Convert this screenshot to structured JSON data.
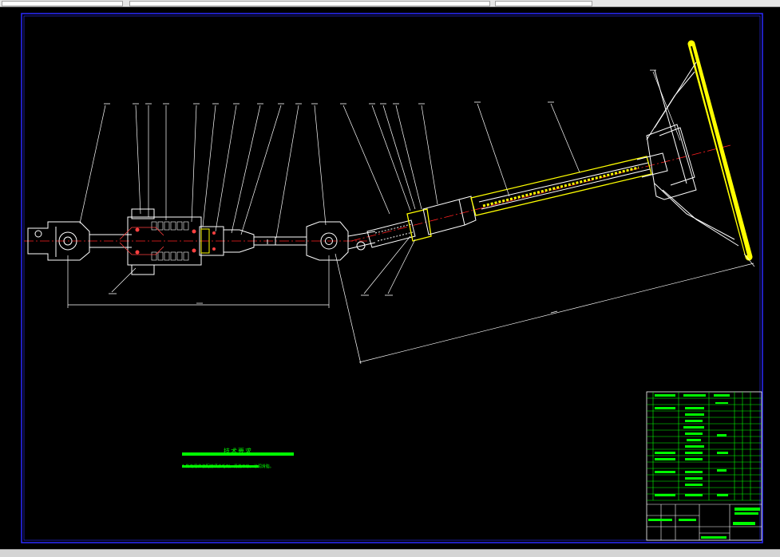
{
  "window": {
    "background": "#000000",
    "frame_color": "#2a2aff",
    "linework_color": "#ffffff",
    "centerline_color": "#ff2020",
    "highlight_color": "#ffff00",
    "annotation_color": "#00ff00",
    "section_color": "#ff4040"
  },
  "notes": {
    "title": "技术要求",
    "line1": "1.所有零件装配前须去毛刺，清洗干净，涂润滑脂。"
  },
  "drawing": {
    "type": "steering column assembly drawing",
    "icons": [
      "universal-joint-icon",
      "steering-wheel-icon",
      "spline-shaft-icon",
      "bearing-housing-icon"
    ]
  }
}
